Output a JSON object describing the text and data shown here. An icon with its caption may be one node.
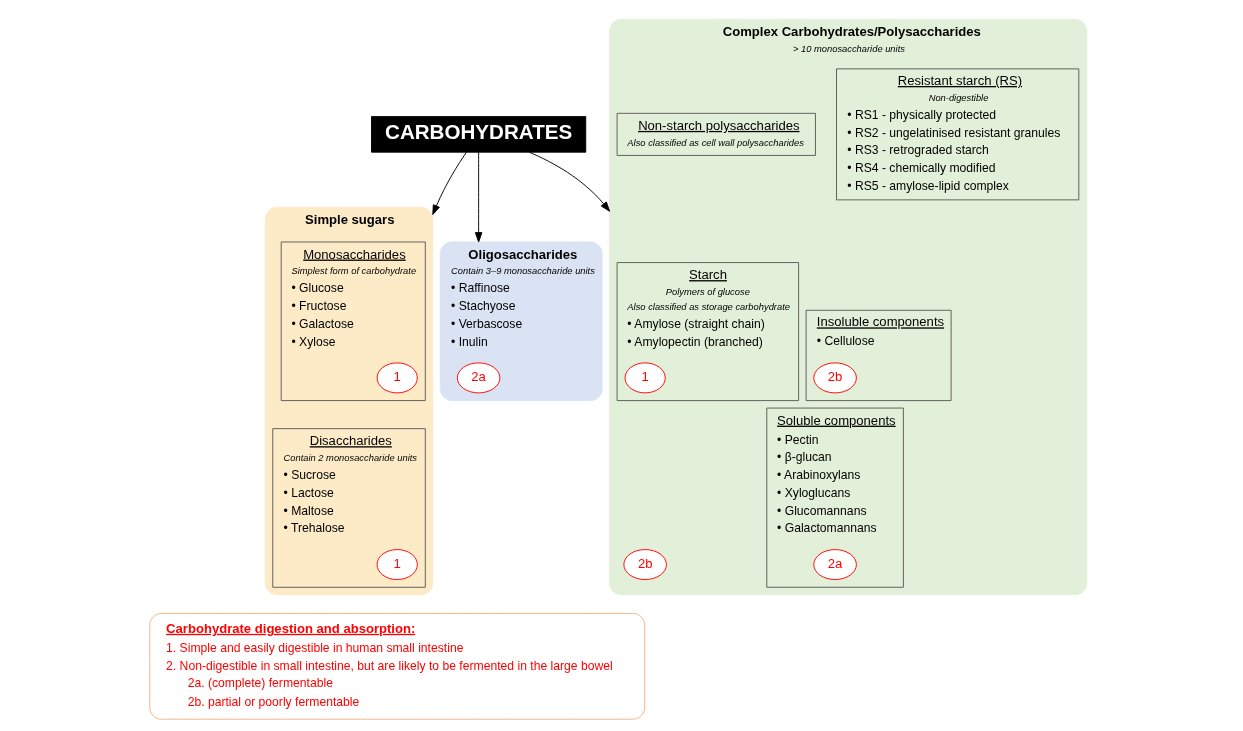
{
  "diagram": {
    "nodes": [
      {
        "text": [
          "CARBOHYDRATES"
        ]
      },
      {
        "text": [
          "Simple sugars"
        ]
      },
      {
        "text": [
          "Monosaccharides",
          "Simplest form of carbohydrate",
          "• Glucose",
          "• Fructose",
          "• Galactose",
          "• Xylose"
        ],
        "in": 1
      },
      {
        "text": [
          "1"
        ],
        "in": 2
      },
      {
        "text": [
          "Disaccharides",
          "Contain 2 monosaccharide units",
          "• Sucrose",
          "• Lactose",
          "• Maltose",
          "• Trehalose"
        ],
        "in": 1
      },
      {
        "text": [
          "1"
        ],
        "in": 4
      },
      {
        "text": [
          "Oligosaccharides",
          "Contain 3–9 monosaccharide units",
          "• Raffinose",
          "• Stachyose",
          "• Verbascose",
          "• Inulin"
        ]
      },
      {
        "text": [
          "2a"
        ],
        "in": 6
      },
      {
        "text": [
          "Complex Carbohydrates/Polysaccharides",
          "> 10 monosaccharide units"
        ]
      },
      {
        "text": [
          "Starch",
          "Polymers of glucose",
          "Also classified as storage carbohydrate",
          "• Amylose (straight chain)",
          "• Amylopectin (branched)"
        ],
        "in": 8
      },
      {
        "text": [
          "1"
        ],
        "in": 9
      },
      {
        "text": [
          "Resistant starch (RS)",
          "Non-digestible",
          "• RS1 - physically protected",
          "• RS2 - ungelatinised resistant granules",
          "• RS3 - retrograded starch",
          "• RS4 - chemically modified",
          "• RS5 - amylose-lipid complex"
        ],
        "in": 8
      },
      {
        "text": [
          "2b"
        ],
        "in": 8
      },
      {
        "text": [
          "Non-starch polysaccharides",
          "Also classified as cell wall polysaccharides"
        ],
        "in": 8
      },
      {
        "text": [
          "Insoluble components",
          "• Cellulose"
        ],
        "in": 8
      },
      {
        "text": [
          "2b"
        ],
        "in": 14
      },
      {
        "text": [
          "Soluble components",
          "• Pectin",
          "• β-glucan",
          "• Arabinoxylans",
          "• Xyloglucans",
          "• Glucomannans",
          "• Galactomannans"
        ],
        "in": 8
      },
      {
        "text": [
          "2a"
        ],
        "in": 16
      },
      {
        "text": [
          "Carbohydrate digestion and absorption:",
          "1. Simple and easily digestible in human small intestine",
          "2. Non-digestible in small intestine, but are likely to be fermented in the large bowel",
          "2a. (complete) fermentable",
          "2b. partial or poorly fermentable"
        ]
      }
    ],
    "edges": [
      {
        "from": 0,
        "to": 1,
        "arrow": "to"
      },
      {
        "from": 0,
        "to": 6,
        "arrow": "to"
      },
      {
        "from": 0,
        "to": 8,
        "arrow": "to"
      }
    ]
  }
}
